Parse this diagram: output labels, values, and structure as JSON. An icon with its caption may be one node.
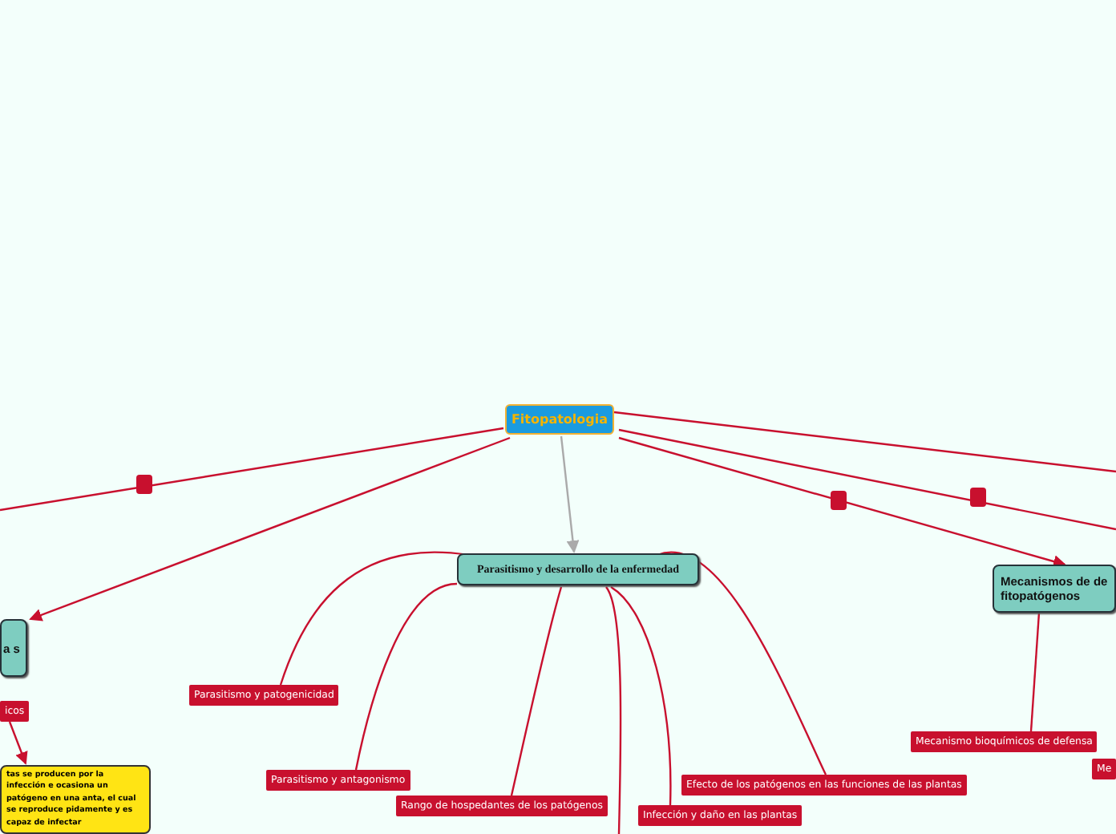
{
  "diagram": {
    "nodes": [
      {
        "text": [
          "Fitopatologia"
        ]
      },
      {
        "text": [
          "Parasitismo y desarrollo de la enfermedad"
        ]
      },
      {
        "text": [
          "a s"
        ]
      },
      {
        "text": [
          "Mecanismos de de fitopatógenos"
        ]
      },
      {
        "text": [
          "icos"
        ]
      },
      {
        "text": [
          "tas se producen por la infección e ocasiona un patógeno en una anta, el cual se reproduce pidamente y es capaz de infectar"
        ]
      },
      {
        "text": [
          "Parasitismo y patogenicidad"
        ]
      },
      {
        "text": [
          "Parasitismo y antagonismo"
        ]
      },
      {
        "text": [
          "Rango de hospedantes de los patógenos"
        ]
      },
      {
        "text": [
          "Infección y daño en las plantas"
        ]
      },
      {
        "text": [
          "Efecto de los patógenos en las funciones de las plantas"
        ]
      },
      {
        "text": [
          "Mecanismo bioquímicos de defensa"
        ]
      },
      {
        "text": [
          "Me"
        ]
      }
    ],
    "edges": [
      {
        "from": 0,
        "to": 1,
        "arrow": "to",
        "color": "#aaaaaa"
      },
      {
        "from": 0,
        "to": 2,
        "arrow": "to"
      },
      {
        "from": 0,
        "to": 3,
        "arrow": "to"
      },
      {
        "from": 0,
        "to": null,
        "arrow": "none"
      },
      {
        "from": 0,
        "to": null,
        "arrow": "none"
      },
      {
        "from": 0,
        "to": null,
        "arrow": "none"
      },
      {
        "from": 4,
        "to": 5,
        "arrow": "to"
      },
      {
        "from": 1,
        "to": 6,
        "arrow": "none"
      },
      {
        "from": 1,
        "to": 7,
        "arrow": "none"
      },
      {
        "from": 1,
        "to": 8,
        "arrow": "none"
      },
      {
        "from": 1,
        "to": null,
        "arrow": "none"
      },
      {
        "from": 1,
        "to": 9,
        "arrow": "none"
      },
      {
        "from": 1,
        "to": 10,
        "arrow": "none"
      },
      {
        "from": 3,
        "to": 11,
        "arrow": "none"
      }
    ]
  }
}
